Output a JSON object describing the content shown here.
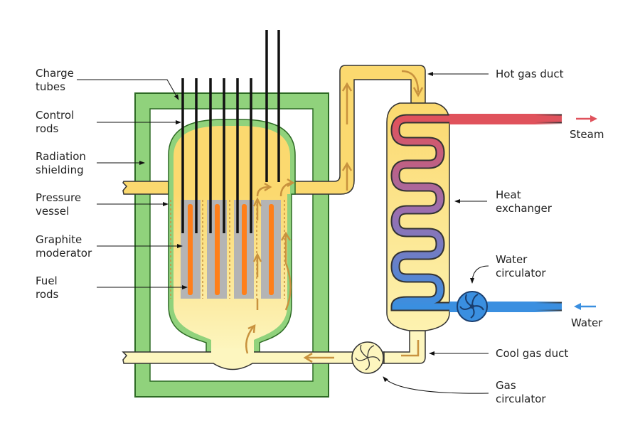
{
  "labels": {
    "charge_tubes": "Charge\ntubes",
    "control_rods": "Control\nrods",
    "radiation_shielding": "Radiation\nshielding",
    "pressure_vessel": "Pressure\nvessel",
    "graphite_moderator": "Graphite\nmoderator",
    "fuel_rods": "Fuel\nrods",
    "hot_gas_duct": "Hot gas duct",
    "steam": "Steam",
    "heat_exchanger": "Heat\nexchanger",
    "water_circulator": "Water\ncirculator",
    "water": "Water",
    "cool_gas_duct": "Cool gas duct",
    "gas_circulator": "Gas\ncirculator"
  },
  "colors": {
    "shielding": "#90d27c",
    "shielding_stroke": "#2d6a24",
    "hot_gas": "#fbd96f",
    "cool_gas": "#fdf6bf",
    "graphite": "#b4b4b4",
    "fuel": "#ff7f1a",
    "steam": "#e0525c",
    "water": "#3a8fe0",
    "flow_arrow": "#c8923e",
    "rod": "#111111"
  }
}
